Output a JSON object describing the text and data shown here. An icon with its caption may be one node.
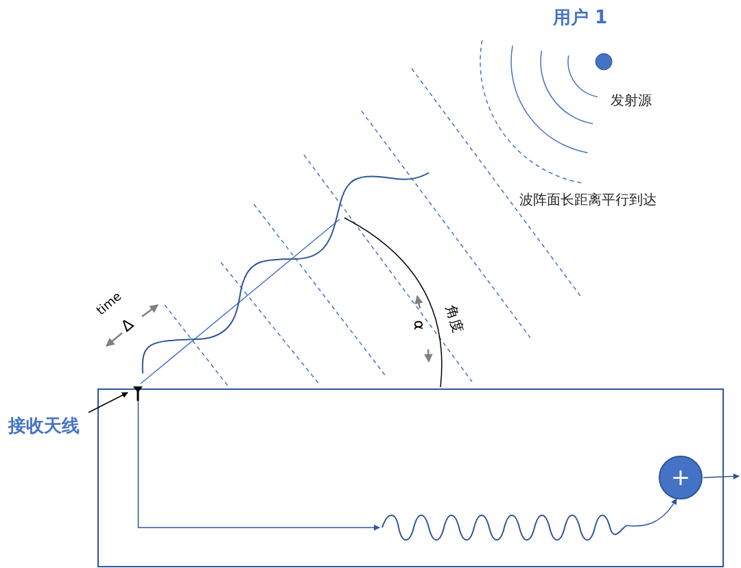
{
  "diagram": {
    "nodes": [
      {
        "text": [],
        "shape": "box"
      },
      {
        "text": [
          "接收天线"
        ]
      },
      {
        "text": [],
        "shape": "antenna",
        "in": 0
      },
      {
        "text": [],
        "shape": "wave",
        "in": 0
      },
      {
        "text": [
          "+"
        ],
        "in": 0
      }
    ],
    "edges": [
      {
        "from": 1,
        "to": 2,
        "arrow": "to",
        "color": "#000000"
      },
      {
        "from": 2,
        "to": 3,
        "arrow": "to"
      },
      {
        "from": 3,
        "to": 4,
        "arrow": "to"
      },
      {
        "from": 4,
        "to": null,
        "arrow": "to"
      }
    ],
    "labels": [
      "用户 1",
      "发射源",
      "波阵面长距离平行到达",
      "time",
      "Δ",
      "α",
      "角度"
    ]
  }
}
